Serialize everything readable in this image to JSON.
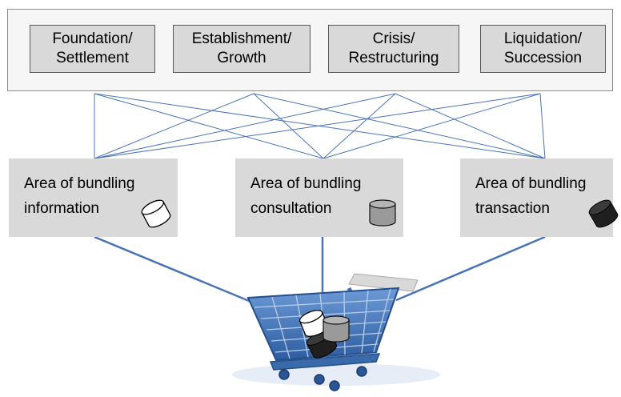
{
  "phases": [
    {
      "label": "Foundation/\nSettlement"
    },
    {
      "label": "Establishment/\nGrowth"
    },
    {
      "label": "Crisis/\nRestructuring"
    },
    {
      "label": "Liquidation/\nSuccession"
    }
  ],
  "areas": [
    {
      "label": "Area of bundling\ninformation",
      "cylinder_color": "#ffffff"
    },
    {
      "label": "Area of bundling\nconsultation",
      "cylinder_color": "#9a9a9a"
    },
    {
      "label": "Area of bundling\ntransaction",
      "cylinder_color": "#222222"
    }
  ],
  "cart": {
    "icon": "shopping-cart-icon",
    "color": "#3f72b5"
  },
  "colors": {
    "connector_line": "#4a74b4",
    "box_fill": "#d9d9d9",
    "panel_fill": "#f6f6f6"
  }
}
